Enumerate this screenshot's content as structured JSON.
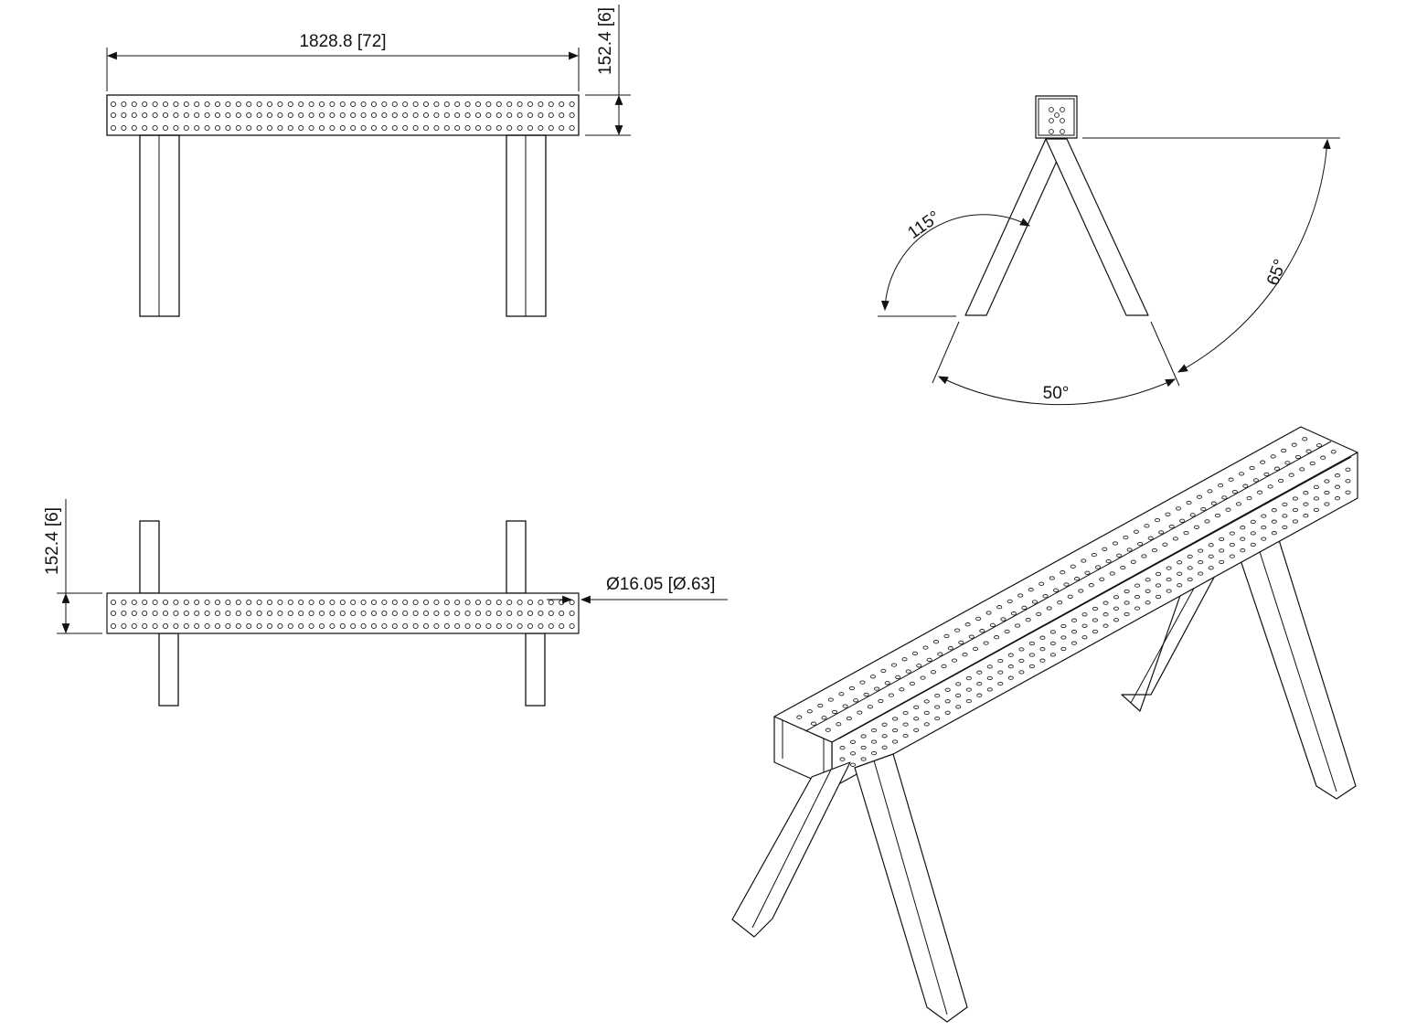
{
  "views": {
    "front": {
      "dims": {
        "length": "1828.8 [72]",
        "height": "152.4 [6]"
      }
    },
    "top": {
      "dims": {
        "width": "152.4 [6]",
        "hole_diameter": "Ø16.05 [Ø.63]"
      }
    },
    "end": {
      "angles": {
        "inner": "115°",
        "outer": "65°",
        "spread": "50°"
      }
    },
    "isometric": {}
  },
  "colors": {
    "line": "#111111",
    "background": "#ffffff"
  }
}
